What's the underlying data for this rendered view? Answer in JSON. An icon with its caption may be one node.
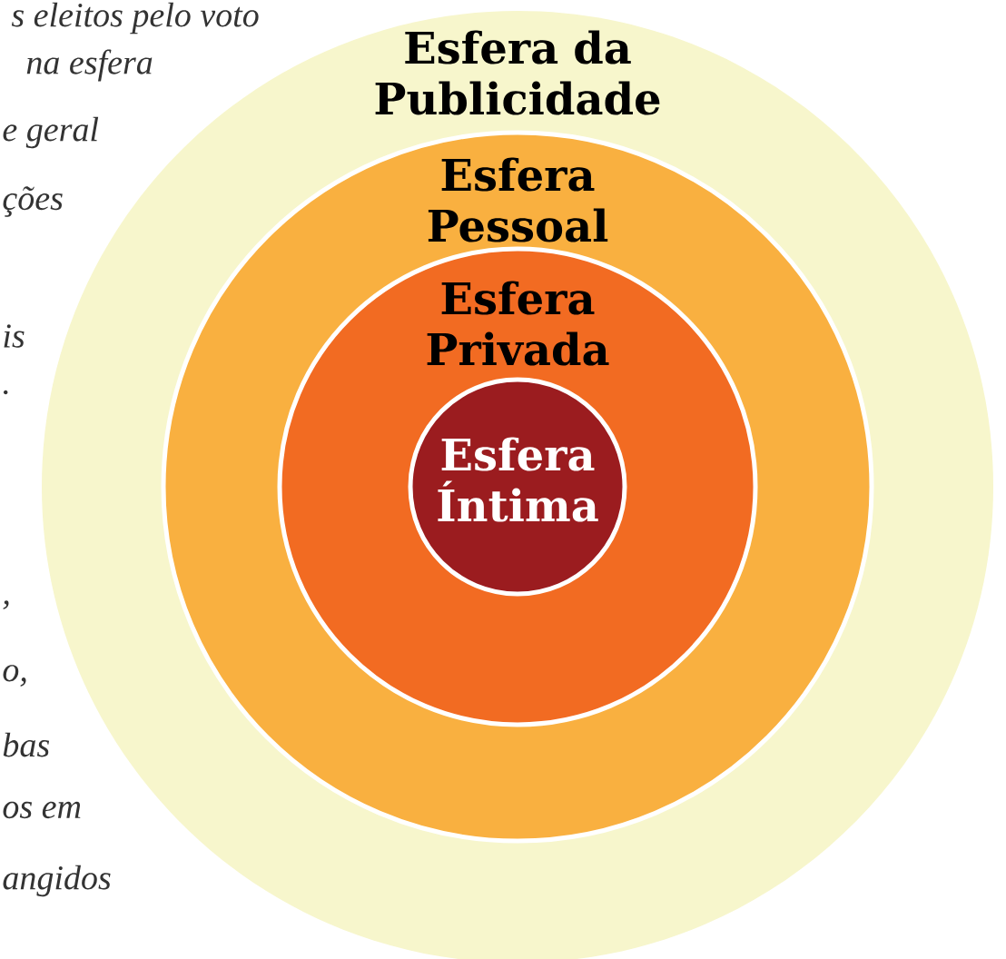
{
  "diagram": {
    "nodes": [
      {
        "text": [
          "Esfera da Publicidade"
        ]
      },
      {
        "text": [
          "Esfera Pessoal"
        ],
        "in": 0
      },
      {
        "text": [
          "Esfera Privada"
        ],
        "in": 1
      },
      {
        "text": [
          "Esfera Íntima"
        ],
        "in": 2
      }
    ],
    "labels": [
      "s eleitos pelo voto",
      "na esfera",
      "e geral",
      "ções",
      "is",
      ".",
      ",",
      "o,",
      "bas",
      "os em",
      "angidos"
    ]
  }
}
